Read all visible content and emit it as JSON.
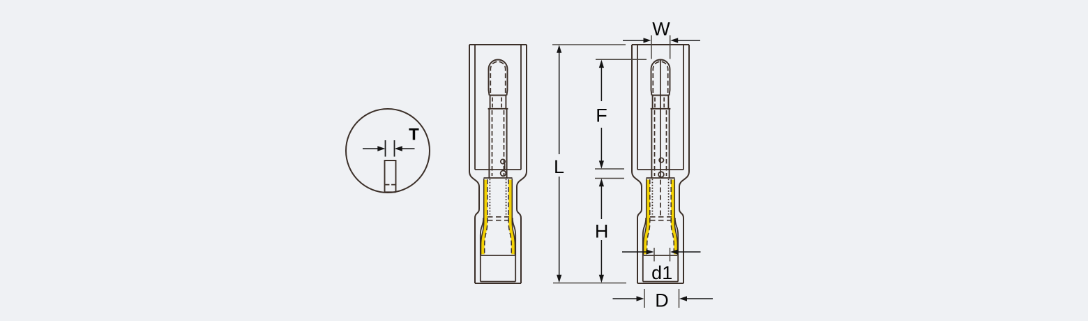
{
  "diagram": {
    "type": "technical-dimension-drawing",
    "subject": "insulated female bullet terminal",
    "labels": {
      "thickness": "T",
      "overall_length": "L",
      "pin_length": "F",
      "barrel_length": "H",
      "width": "W",
      "inner_diameter": "d1",
      "outer_diameter": "D"
    },
    "colors": {
      "background": "#eff1f4",
      "outline": "#3b2f28",
      "dimension": "#141414",
      "extension": "#4a4540",
      "highlight_yellow": "#f3d203"
    }
  }
}
